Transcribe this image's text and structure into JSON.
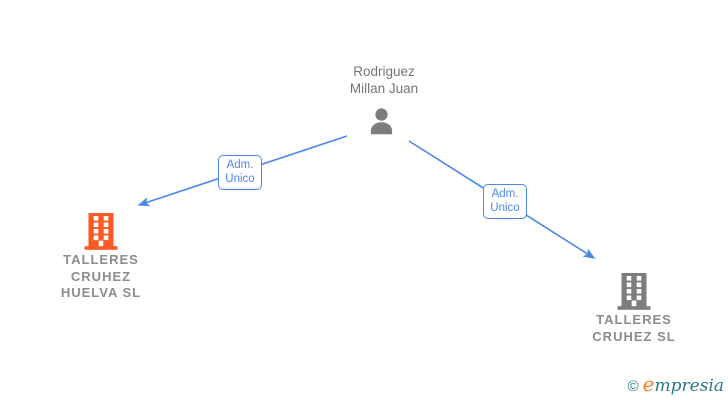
{
  "canvas": {
    "background": "#ffffff"
  },
  "theme": {
    "edge_color": "#4d87e8",
    "person_icon_color": "#7d7d7d",
    "person_name_color": "#757575",
    "company_label_color": "#8c8c8c",
    "company_left_icon_color": "#fb5a25",
    "company_right_icon_color": "#7d7d7d",
    "logo_teal": "#2b7a8c",
    "logo_orange": "#ef7d2a"
  },
  "person": {
    "name_lines": [
      "Rodriguez",
      "Millan Juan"
    ],
    "icon": "person-icon"
  },
  "edges": [
    {
      "id": "left",
      "label_lines": [
        "Adm.",
        "Unico"
      ]
    },
    {
      "id": "right",
      "label_lines": [
        "Adm.",
        "Unico"
      ]
    }
  ],
  "companies": [
    {
      "name_lines": [
        "TALLERES",
        "CRUHEZ",
        "HUELVA SL"
      ],
      "icon": "building-icon"
    },
    {
      "name_lines": [
        "TALLERES",
        "CRUHEZ SL"
      ],
      "icon": "building-icon"
    }
  ],
  "footer": {
    "copyright_symbol": "©",
    "brand_initial": "e",
    "brand_rest": "mpresia"
  }
}
